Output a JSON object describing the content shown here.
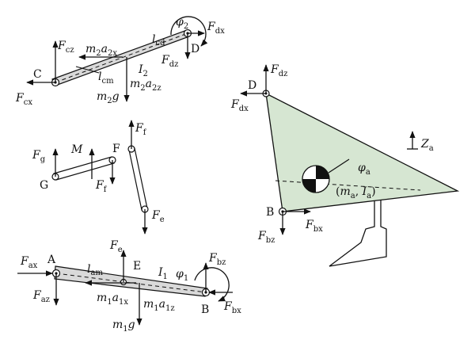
{
  "colors": {
    "plate_fill": "#d6e6d2",
    "link_fill": "#d9d9d9",
    "ink": "#111111"
  },
  "link2": {
    "point_c": "C",
    "point_d": "D",
    "Fcz": {
      "main": "F",
      "sub": "cz"
    },
    "Fcx": {
      "main": "F",
      "sub": "cx"
    },
    "Fdx": {
      "main": "F",
      "sub": "dx"
    },
    "Fdz": {
      "main": "F",
      "sub": "dz"
    },
    "phi2": {
      "main": "φ",
      "sub": "2"
    },
    "m2a2x": {
      "a": "m",
      "b": "2",
      "c": "a",
      "d": "2x"
    },
    "m2a2z": {
      "a": "m",
      "b": "2",
      "c": "a",
      "d": "2z"
    },
    "m2g": {
      "a": "m",
      "b": "2",
      "c": "g"
    },
    "lcd": {
      "main": "l",
      "sub": "cd"
    },
    "lcm": {
      "main": "l",
      "sub": "cm"
    },
    "I2": {
      "main": "I",
      "sub": "2"
    }
  },
  "links_fg": {
    "point_g": "G",
    "point_f": "F",
    "Fg": {
      "main": "F",
      "sub": "g"
    },
    "Ff_left": {
      "main": "F",
      "sub": "f"
    },
    "Ff_right": {
      "main": "F",
      "sub": "f"
    },
    "Fe": {
      "main": "F",
      "sub": "e"
    },
    "M": "M"
  },
  "link1": {
    "point_a": "A",
    "point_e": "E",
    "point_b": "B",
    "Fax": {
      "main": "F",
      "sub": "ax"
    },
    "Faz": {
      "main": "F",
      "sub": "az"
    },
    "Fe": {
      "main": "F",
      "sub": "e"
    },
    "Fbz": {
      "main": "F",
      "sub": "bz"
    },
    "Fbx": {
      "main": "F",
      "sub": "bx"
    },
    "phi1": {
      "main": "φ",
      "sub": "1"
    },
    "lam": {
      "main": "l",
      "sub": "am"
    },
    "I1": {
      "main": "I",
      "sub": "1"
    },
    "m1a1x": {
      "a": "m",
      "b": "1",
      "c": "a",
      "d": "1x"
    },
    "m1a1z": {
      "a": "m",
      "b": "1",
      "c": "a",
      "d": "1z"
    },
    "m1g": {
      "a": "m",
      "b": "1",
      "c": "g"
    }
  },
  "plate": {
    "point_d": "D",
    "point_b": "B",
    "Fdz": {
      "main": "F",
      "sub": "dz"
    },
    "Fdx": {
      "main": "F",
      "sub": "dx"
    },
    "Fbz": {
      "main": "F",
      "sub": "bz"
    },
    "Fbx": {
      "main": "F",
      "sub": "bx"
    },
    "Za": {
      "main": "Z",
      "sub": "a"
    },
    "phia": {
      "main": "φ",
      "sub": "a"
    },
    "mass_label": {
      "open": "(",
      "m": "m",
      "msub": "a",
      "comma": ", ",
      "i": "I",
      "isub": "a",
      "close": ")"
    }
  }
}
